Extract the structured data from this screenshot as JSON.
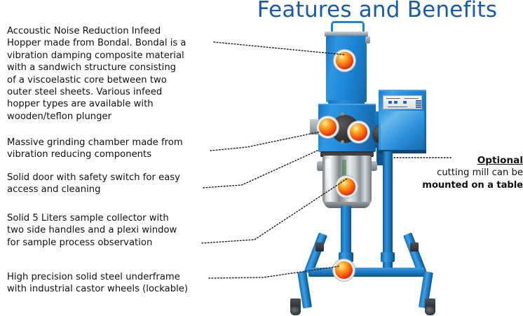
{
  "title": "Features and Benefits",
  "theme": {
    "title_color": "#1a5ba8",
    "body_text_color": "#111111",
    "machine_blue": "#1f86d6",
    "lens_orange": "#ff8a16",
    "steel_gray": "#c6cbce",
    "background": "#ffffff"
  },
  "features": [
    {
      "id": "infeed-hopper",
      "text": "Accoustic Noise Reduction Infeed\nHopper made from Bondal. Bondal is a\nvibration damping composite material\nwith a sandwich structure consisting\nof a viscoelastic core between two\nouter steel sheets. Various infeed\nhopper types are available with\nwooden/teflon plunger"
    },
    {
      "id": "grinding-chamber",
      "text": "Massive grinding chamber made from\nvibration reducing components"
    },
    {
      "id": "solid-door",
      "text": "Solid door with safety switch for easy\naccess and cleaning"
    },
    {
      "id": "sample-collector",
      "text": "Solid 5 Liters sample collector with\ntwo side handles and a plexi window\nfor sample process observation"
    },
    {
      "id": "underframe",
      "text": "High precision solid steel underframe\nwith industrial castor wheels (lockable)"
    }
  ],
  "optional": {
    "heading": "Optional",
    "line1": "cutting mill can be",
    "line2": "mounted on a table"
  },
  "machine": {
    "name": "cutting-mill",
    "parts": [
      "infeed-hopper",
      "hopper-handle",
      "grinding-chamber",
      "chamber-door",
      "control-panel",
      "sample-collector",
      "support-column",
      "underframe",
      "castor-wheels"
    ],
    "callout_markers": 5
  }
}
